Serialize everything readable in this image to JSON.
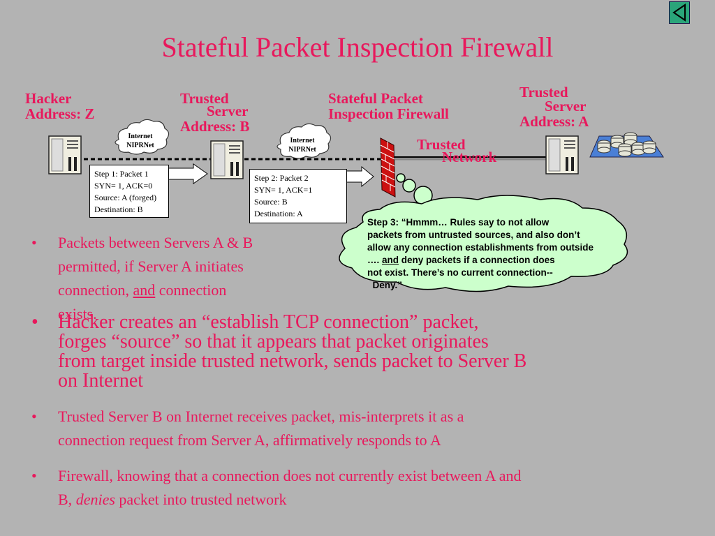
{
  "title": "Stateful Packet Inspection Firewall",
  "labels": {
    "hacker": [
      "Hacker",
      "Address:  Z"
    ],
    "server_b": [
      "Trusted",
      "Server",
      "Address:  B"
    ],
    "firewall": [
      "Stateful Packet",
      "Inspection Firewall"
    ],
    "server_a": [
      "Trusted",
      "Server",
      "Address: A"
    ],
    "network": [
      "Trusted",
      "Network"
    ]
  },
  "clouds": {
    "cloud1": [
      "Internet",
      "NIPRNet"
    ],
    "cloud2": [
      "Internet",
      "NIPRNet"
    ]
  },
  "step1": [
    "Step 1:  Packet 1",
    "SYN= 1, ACK=0",
    "Source: A (forged)",
    "Destination: B"
  ],
  "step2": [
    "Step 2:  Packet 2",
    "SYN= 1, ACK=1",
    "Source: B",
    "Destination: A"
  ],
  "step3": {
    "l1": "Step 3: “Hmmm… Rules say to not allow",
    "l2": "packets from untrusted sources, and also don’t",
    "l3": "allow any connection establishments from outside",
    "l4_pre": "…. ",
    "l4_u": "and",
    "l4_post": " deny packets if a connection does",
    "l5": "not exist.  There’s no current connection--",
    "l6": "  Deny.”"
  },
  "bullets": {
    "b1": {
      "l1": "Packets between Servers A & B",
      "l2": "permitted, if Server A initiates",
      "l3_u": "and",
      "l3_pre": "connection, ",
      "l3_post": " connection",
      "l4": "exists."
    },
    "b2": [
      "Hacker creates an “establish TCP connection” packet,",
      "forges “source” so that it appears that packet originates",
      "from target inside trusted network, sends packet to Server B",
      "on Internet"
    ],
    "b3": [
      "Trusted Server B on Internet receives packet, mis-interprets it as a",
      "connection request from Server A, affirmatively responds to A"
    ],
    "b4": {
      "l1": "Firewall, knowing that a connection does not currently exist between A and",
      "l2_pre": "B, ",
      "l2_em": "denies",
      "l2_post": " packet into trusted network"
    }
  },
  "bullet_char": "•",
  "colors": {
    "accent": "#e8185c",
    "background": "#b3b3b3",
    "cloud": "#ccffcc",
    "firewall_brick": "#cc1111"
  },
  "icons": [
    "server-icon",
    "internet-cloud-icon",
    "firewall-brick-icon",
    "database-icon",
    "thought-bubble-icon",
    "arrow-right-icon",
    "back-arrow-icon"
  ]
}
